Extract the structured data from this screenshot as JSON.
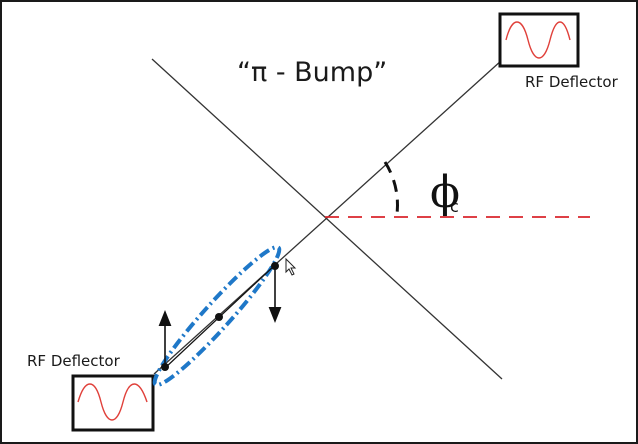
{
  "diagram": {
    "title": "“π - Bump”",
    "top_right_label": "RF Deflector",
    "bottom_left_label": "RF Deflector",
    "angle_symbol": "ϕ",
    "angle_subscript": "c",
    "colors": {
      "lines": "#333333",
      "reference_dash": "#d9262c",
      "bunch_ellipse": "#1f78c8",
      "waveform": "#e0403a",
      "frame": "#1a1a1a"
    },
    "icons": [
      "sine-wave-icon",
      "sine-wave-icon",
      "arrow-up-icon",
      "arrow-down-icon",
      "mouse-cursor-icon"
    ]
  }
}
